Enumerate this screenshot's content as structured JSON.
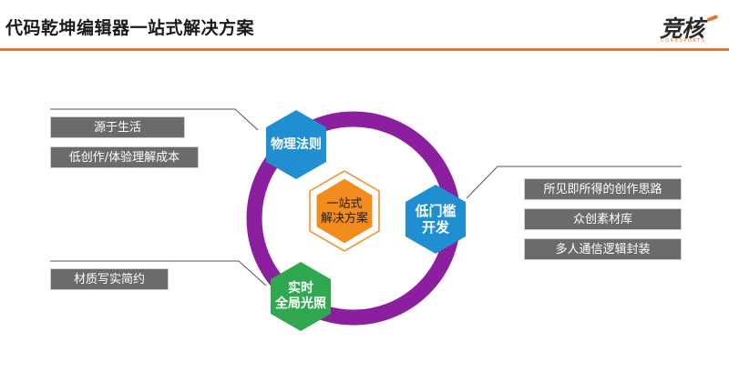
{
  "header": {
    "title": "代码乾坤编辑器一站式解决方案",
    "logo_text": "竞核",
    "logo_sub": "CORESPORTS"
  },
  "diagram": {
    "center": {
      "line1": "一站式",
      "line2": "解决方案"
    },
    "nodes": [
      {
        "label": "物理法则",
        "line2": ""
      },
      {
        "label": "低门槛",
        "line2": "开发"
      },
      {
        "label": "实时",
        "line2": "全局光照"
      }
    ],
    "left_top_items": [
      "源于生活",
      "低创作/体验理解成本"
    ],
    "left_bottom_items": [
      "材质写实简约"
    ],
    "right_items": [
      "所见即所得的创作思路",
      "众创素材库",
      "多人通信逻辑封装"
    ]
  },
  "colors": {
    "accent": "#e8732a",
    "ring": "#8b1fa0",
    "hex_blue": "#1f8fd1",
    "hex_green": "#2fa84f",
    "hex_orange": "#f28c1c",
    "box_gray": "#6b6b6b"
  }
}
